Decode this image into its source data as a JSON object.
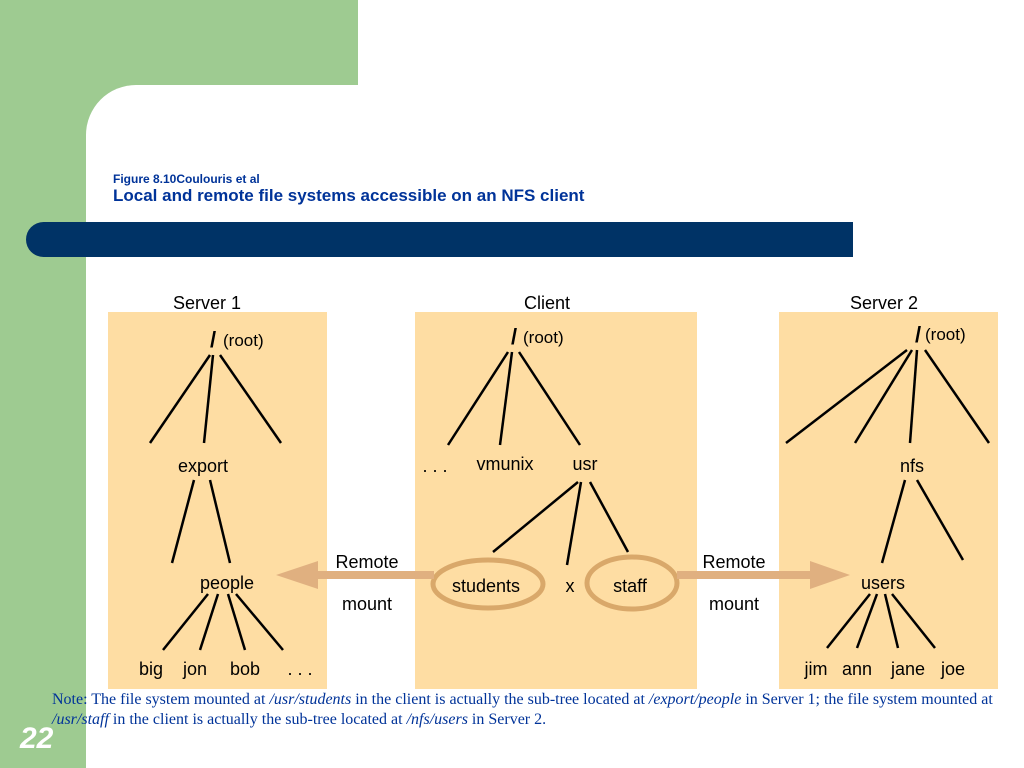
{
  "slide": {
    "subtitle": "Figure 8.10Coulouris et al",
    "title": "Local and remote file systems accessible on an NFS client",
    "number": "22"
  },
  "colors": {
    "green_band": "#9ecb91",
    "blue_bar": "#003366",
    "title_text": "#003399",
    "panel_fill": "#fedda3",
    "arrow": "#e0b080",
    "ellipse": "#d9a86a"
  },
  "diagram": {
    "server1": {
      "label": "Server 1",
      "root": "/",
      "root_note": "(root)",
      "export": "export",
      "people": "people",
      "leaves": [
        "big",
        "jon",
        "bob",
        ". . ."
      ]
    },
    "client": {
      "label": "Client",
      "root": "/",
      "root_note": "(root)",
      "dots": ". . .",
      "vmunix": "vmunix",
      "usr": "usr",
      "students": "students",
      "x": "x",
      "staff": "staff"
    },
    "server2": {
      "label": "Server 2",
      "root": "/",
      "root_note": "(root)",
      "nfs": "nfs",
      "users": "users",
      "leaves": [
        "jim",
        "ann",
        "jane",
        "joe"
      ]
    },
    "mount_left": {
      "line1": "Remote",
      "line2": "mount"
    },
    "mount_right": {
      "line1": "Remote",
      "line2": "mount"
    }
  },
  "note": {
    "part1": "Note: The file system mounted at ",
    "path1": "/usr/students",
    "part2": " in the client is actually the sub-tree located at ",
    "path2": "/export/people",
    "part3": " in Server 1; the file system mounted at ",
    "path3": "/usr/staff",
    "part4": " in the client is actually the sub-tree located at ",
    "path4": "/nfs/users",
    "part5": " in Server 2."
  }
}
